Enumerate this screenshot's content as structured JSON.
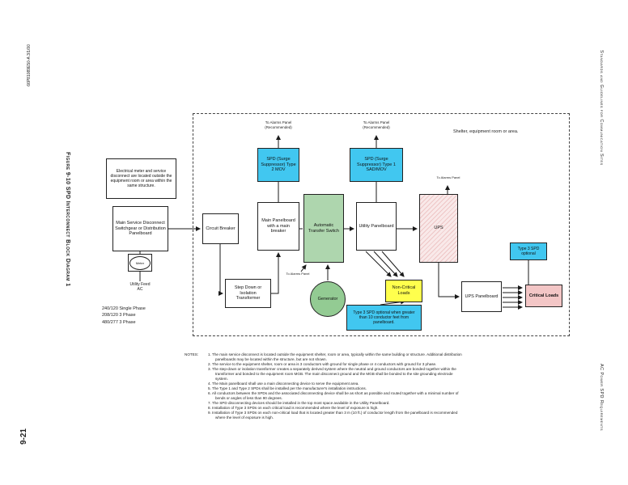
{
  "page": {
    "edge_code": "66P81089E50-A    3/1/00",
    "figure_title": "Figure 9-10   SPD Interconnect Block Diagram 1",
    "page_number": "9-21",
    "right_top": "Standards and Guidelines for Communication Sites",
    "right_bottom": "AC Power SPD Requirements"
  },
  "diagram": {
    "shelter_label": "Shelter, equipment room or area.",
    "meter_note": "Electrical meter and service disconnect are located outside the equipment room or area within the same structure.",
    "alarm": {
      "line1": "To Alarms Panel",
      "line2": "(Recommended)"
    },
    "utility_feed_line1": "Utility Feed",
    "utility_feed_line2": "AC",
    "phases": [
      "240/120 Single Phase",
      "208/120  3 Phase",
      "480/277  3 Phase"
    ],
    "blocks": {
      "main_service_disconnect": "Main Service Disconnect Switchgear or Distribution Panelboard",
      "meter": "Meter",
      "circuit_breaker": "Circuit Breaker",
      "transformer": "Step Down or Isolation Transformer",
      "main_panelboard": "Main Panelboard with a main breaker",
      "spd_type2": "SPD (Surge Suppressor) Type 2 MOV",
      "ats": "Automatic Transfer Switch",
      "generator": "Generator",
      "utility_panelboard": "Utility Panelboard",
      "spd_type1": "SPD (Surge Suppressor) Type 1  SAD/MOV",
      "ups": "UPS",
      "non_critical_loads": "Non-Critical Loads",
      "ups_panelboard": "UPS Panelboard",
      "critical_loads": "Critical Loads",
      "type3_spd": "Type 3 SPD optional",
      "type3_note": "Type 3 SPD optional when greater than 10 conductor feet from panelboard."
    },
    "colors": {
      "spd_cyan": "#41c7f0",
      "ats_green": "#aed6ae",
      "generator_green": "#93cb93",
      "non_critical_yellow": "#ffff4d",
      "ups_hatch_pink": "#eec6c6",
      "critical_pink": "#f3c6c6"
    }
  },
  "notes": {
    "label": "NOTES:",
    "items": [
      "1.  The main service disconnect is located outside the equipment shelter, room or area, typically within the same building or structure.  Additional distribution panelboards may be located within the structure, but are not shown.",
      "2.  The service to the equipment shelter, room or area is 3 conductors with ground for single phase or 4 conductors with ground for 3 phase.",
      "3.  The step-down or isolation transformer creates a separately derived system where the neutral and ground conductors are bonded together within the transformer and bonded to the equipment room MGB.  The main disconnect ground and the MGB shall be bonded to the site grounding electrode system.",
      "4.  The Main panelboard shall use a main disconnecting device to serve the equipment area.",
      "5.  The Type 1 and Type 2 SPDs shall be installed per the manufacturer's installation instructions.",
      "6.  All conductors between the SPDs and the associated disconnecting device shall be as short as possible and routed together with a minimal number of bends or angles of less than 90 degrees.",
      "7.  The SPD disconnecting devices should be installed in the top most space available in the Utility Panelboard.",
      "8.  Installation of Type 3 SPDs on each critical load is recommended where the level of exposure is high.",
      "9.  Installation of Type 3 SPDs on each non-critical load that is located greater than 3 m (10 ft.) of conductor length from the panelboard is recommended where the level of exposure is high."
    ]
  }
}
